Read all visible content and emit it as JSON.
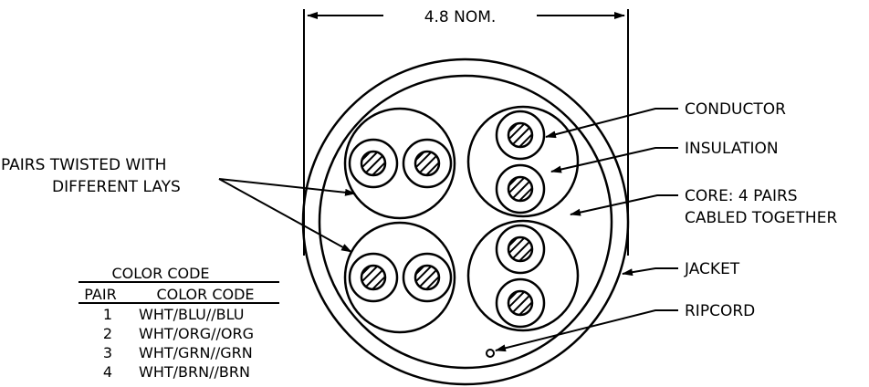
{
  "dimension": {
    "text": "4.8  NOM."
  },
  "labels": {
    "conductor": "CONDUCTOR",
    "insulation": "INSULATION",
    "core_line1": "CORE: 4 PAIRS",
    "core_line2": "CABLED TOGETHER",
    "jacket": "JACKET",
    "ripcord": "RIPCORD",
    "pairs_line1": "PAIRS TWISTED WITH",
    "pairs_line2": "DIFFERENT LAYS"
  },
  "color_code": {
    "title": "COLOR CODE",
    "headers": [
      "PAIR",
      "COLOR CODE"
    ],
    "rows": [
      [
        "1",
        "WHT/BLU//BLU"
      ],
      [
        "2",
        "WHT/ORG//ORG"
      ],
      [
        "3",
        "WHT/GRN//GRN"
      ],
      [
        "4",
        "WHT/BRN//BRN"
      ]
    ]
  }
}
